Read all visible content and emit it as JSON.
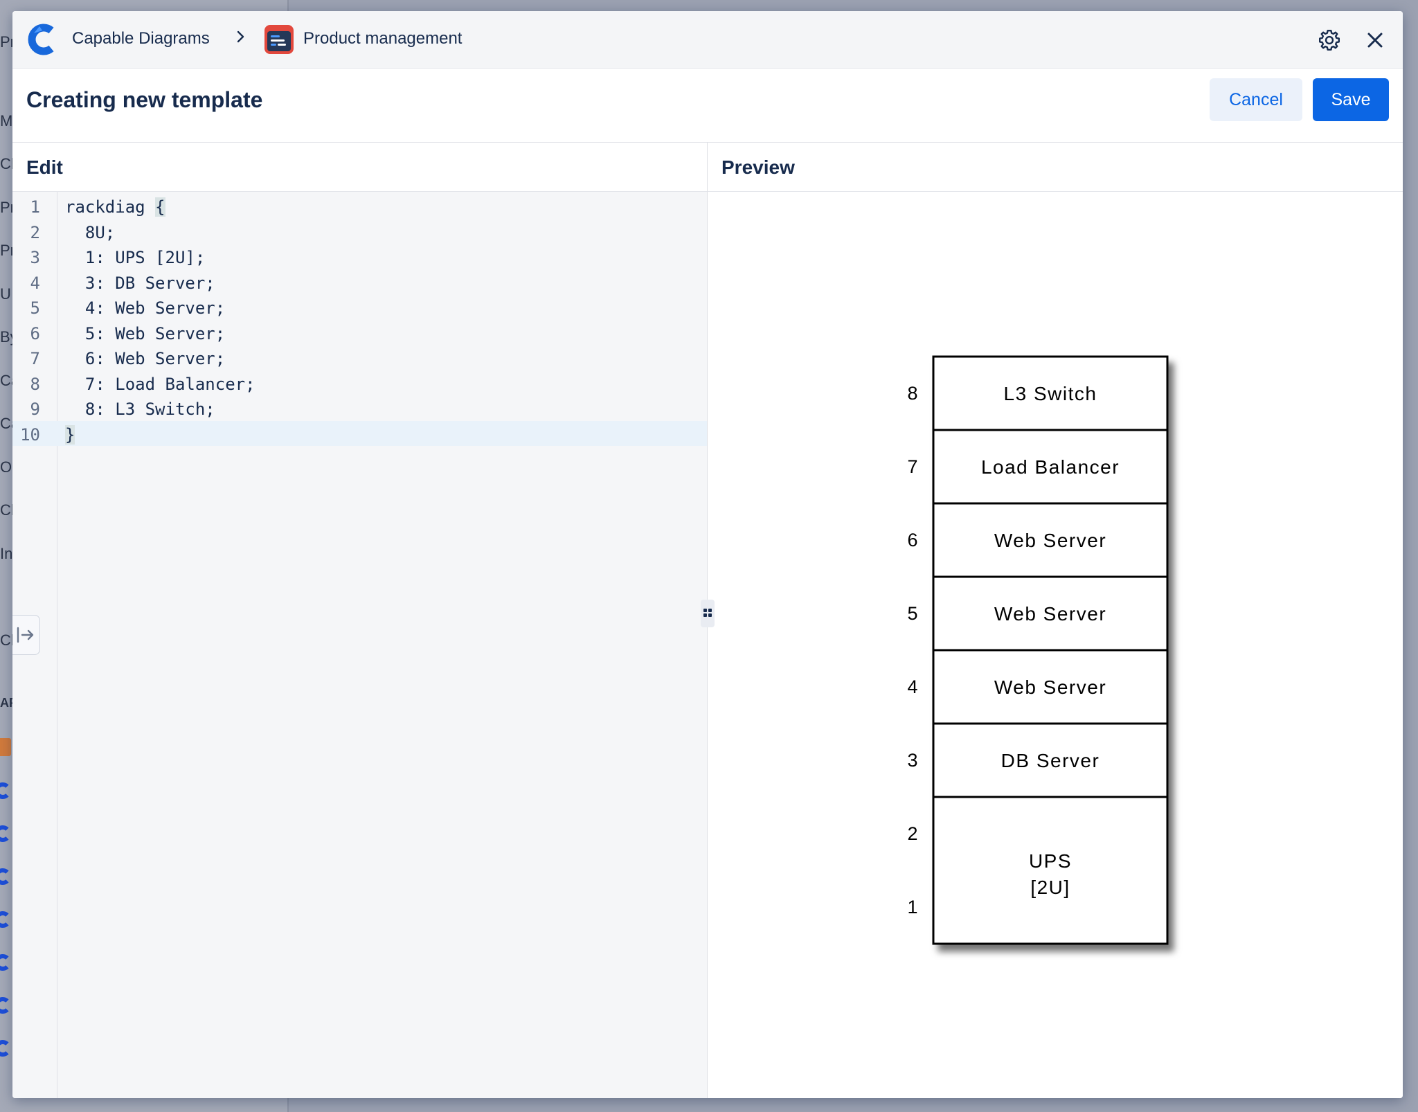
{
  "background": {
    "letters": [
      "Pr",
      "M",
      "Cl",
      "Pr",
      "Pr",
      "U",
      "By",
      "Ca",
      "Ca",
      "O",
      "Cl",
      "In",
      "Cl",
      "AP"
    ]
  },
  "header": {
    "app_name": "Capable Diagrams",
    "project_name": "Product management",
    "icons": [
      "capable-diagrams-logo",
      "chevron-right-icon",
      "product-management-icon",
      "gear-icon",
      "close-icon"
    ]
  },
  "titlebar": {
    "title": "Creating new template",
    "cancel_label": "Cancel",
    "save_label": "Save"
  },
  "edit_pane": {
    "heading": "Edit",
    "active_line": 10,
    "lines": [
      {
        "num": "1",
        "text": "rackdiag ",
        "bracket": "{"
      },
      {
        "num": "2",
        "text": "  8U;"
      },
      {
        "num": "3",
        "text": "  1: UPS [2U];"
      },
      {
        "num": "4",
        "text": "  3: DB Server;"
      },
      {
        "num": "5",
        "text": "  4: Web Server;"
      },
      {
        "num": "6",
        "text": "  5: Web Server;"
      },
      {
        "num": "7",
        "text": "  6: Web Server;"
      },
      {
        "num": "8",
        "text": "  7: Load Balancer;"
      },
      {
        "num": "9",
        "text": "  8: L3 Switch;"
      },
      {
        "num": "10",
        "text": "",
        "bracket": "}"
      }
    ]
  },
  "preview_pane": {
    "heading": "Preview",
    "rack": {
      "units": [
        "8",
        "7",
        "6",
        "5",
        "4",
        "3",
        "2",
        "1"
      ],
      "devices": [
        {
          "label": "L3 Switch",
          "start": 8,
          "size": 1
        },
        {
          "label": "Load Balancer",
          "start": 7,
          "size": 1
        },
        {
          "label": "Web Server",
          "start": 6,
          "size": 1
        },
        {
          "label": "Web Server",
          "start": 5,
          "size": 1
        },
        {
          "label": "Web Server",
          "start": 4,
          "size": 1
        },
        {
          "label": "DB Server",
          "start": 3,
          "size": 1
        },
        {
          "label": "UPS",
          "label2": "[2U]",
          "start": 1,
          "size": 2
        }
      ]
    }
  },
  "colors": {
    "primary": "#0c66e4",
    "text": "#172b4d",
    "active_line": "#e9f2fa"
  }
}
